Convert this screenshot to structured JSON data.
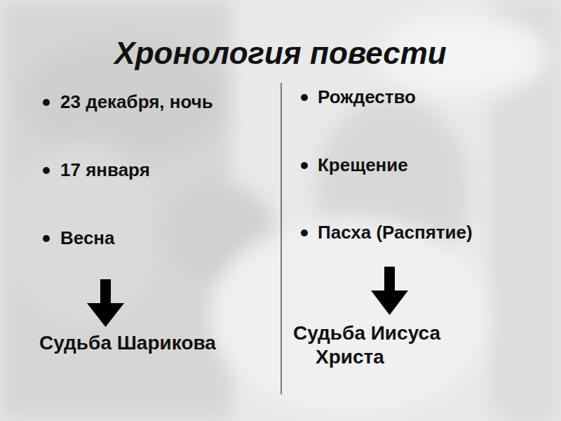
{
  "diagram": {
    "title": "Хронология повести",
    "labels": [
      "23 декабря, ночь",
      "17 января",
      "Весна",
      "Судьба Шарикова",
      "Рождество",
      "Крещение",
      "Пасха (Распятие)",
      "Судьба Иисуса Христа"
    ]
  }
}
